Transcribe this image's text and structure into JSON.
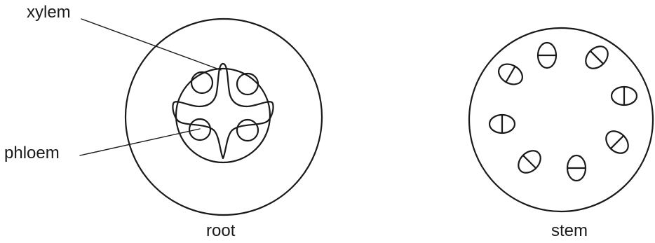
{
  "labels": {
    "xylem": "xylem",
    "phloem": "phloem",
    "root": "root",
    "stem": "stem"
  },
  "stroke_color": "#1a1a1a",
  "background_color": "#ffffff"
}
